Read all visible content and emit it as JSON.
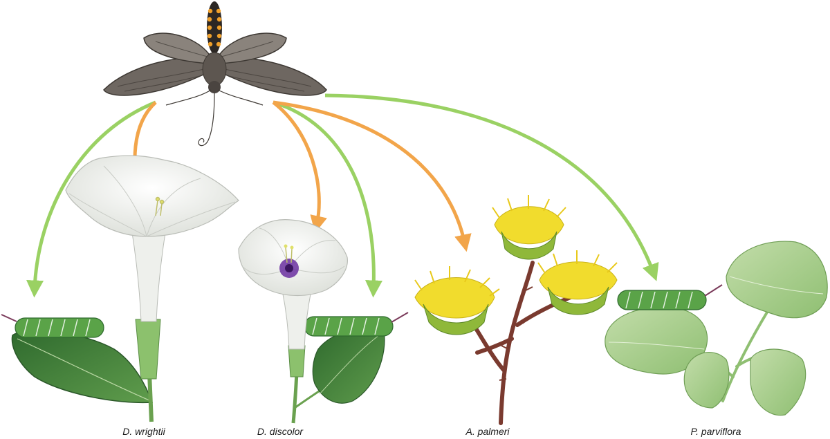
{
  "labels": {
    "d_wrightii": "D. wrightii",
    "d_discolor": "D. discolor",
    "a_palmeri": "A. palmeri",
    "p_parviflora": "P. parviflora"
  },
  "arrows": {
    "pollination_color": "#f2a54a",
    "herbivory_color": "#9ad163"
  },
  "palette": {
    "moth_wing": "#6e6761",
    "moth_body_orange": "#f0a02a",
    "leaf_dark": "#3f7f3d",
    "leaf_light": "#a9cf8c",
    "flower_white": "#f4f6f2",
    "flower_yellow": "#f1dc2d",
    "stem_brown": "#7a3a2f",
    "caterpillar_green": "#5aa348"
  }
}
